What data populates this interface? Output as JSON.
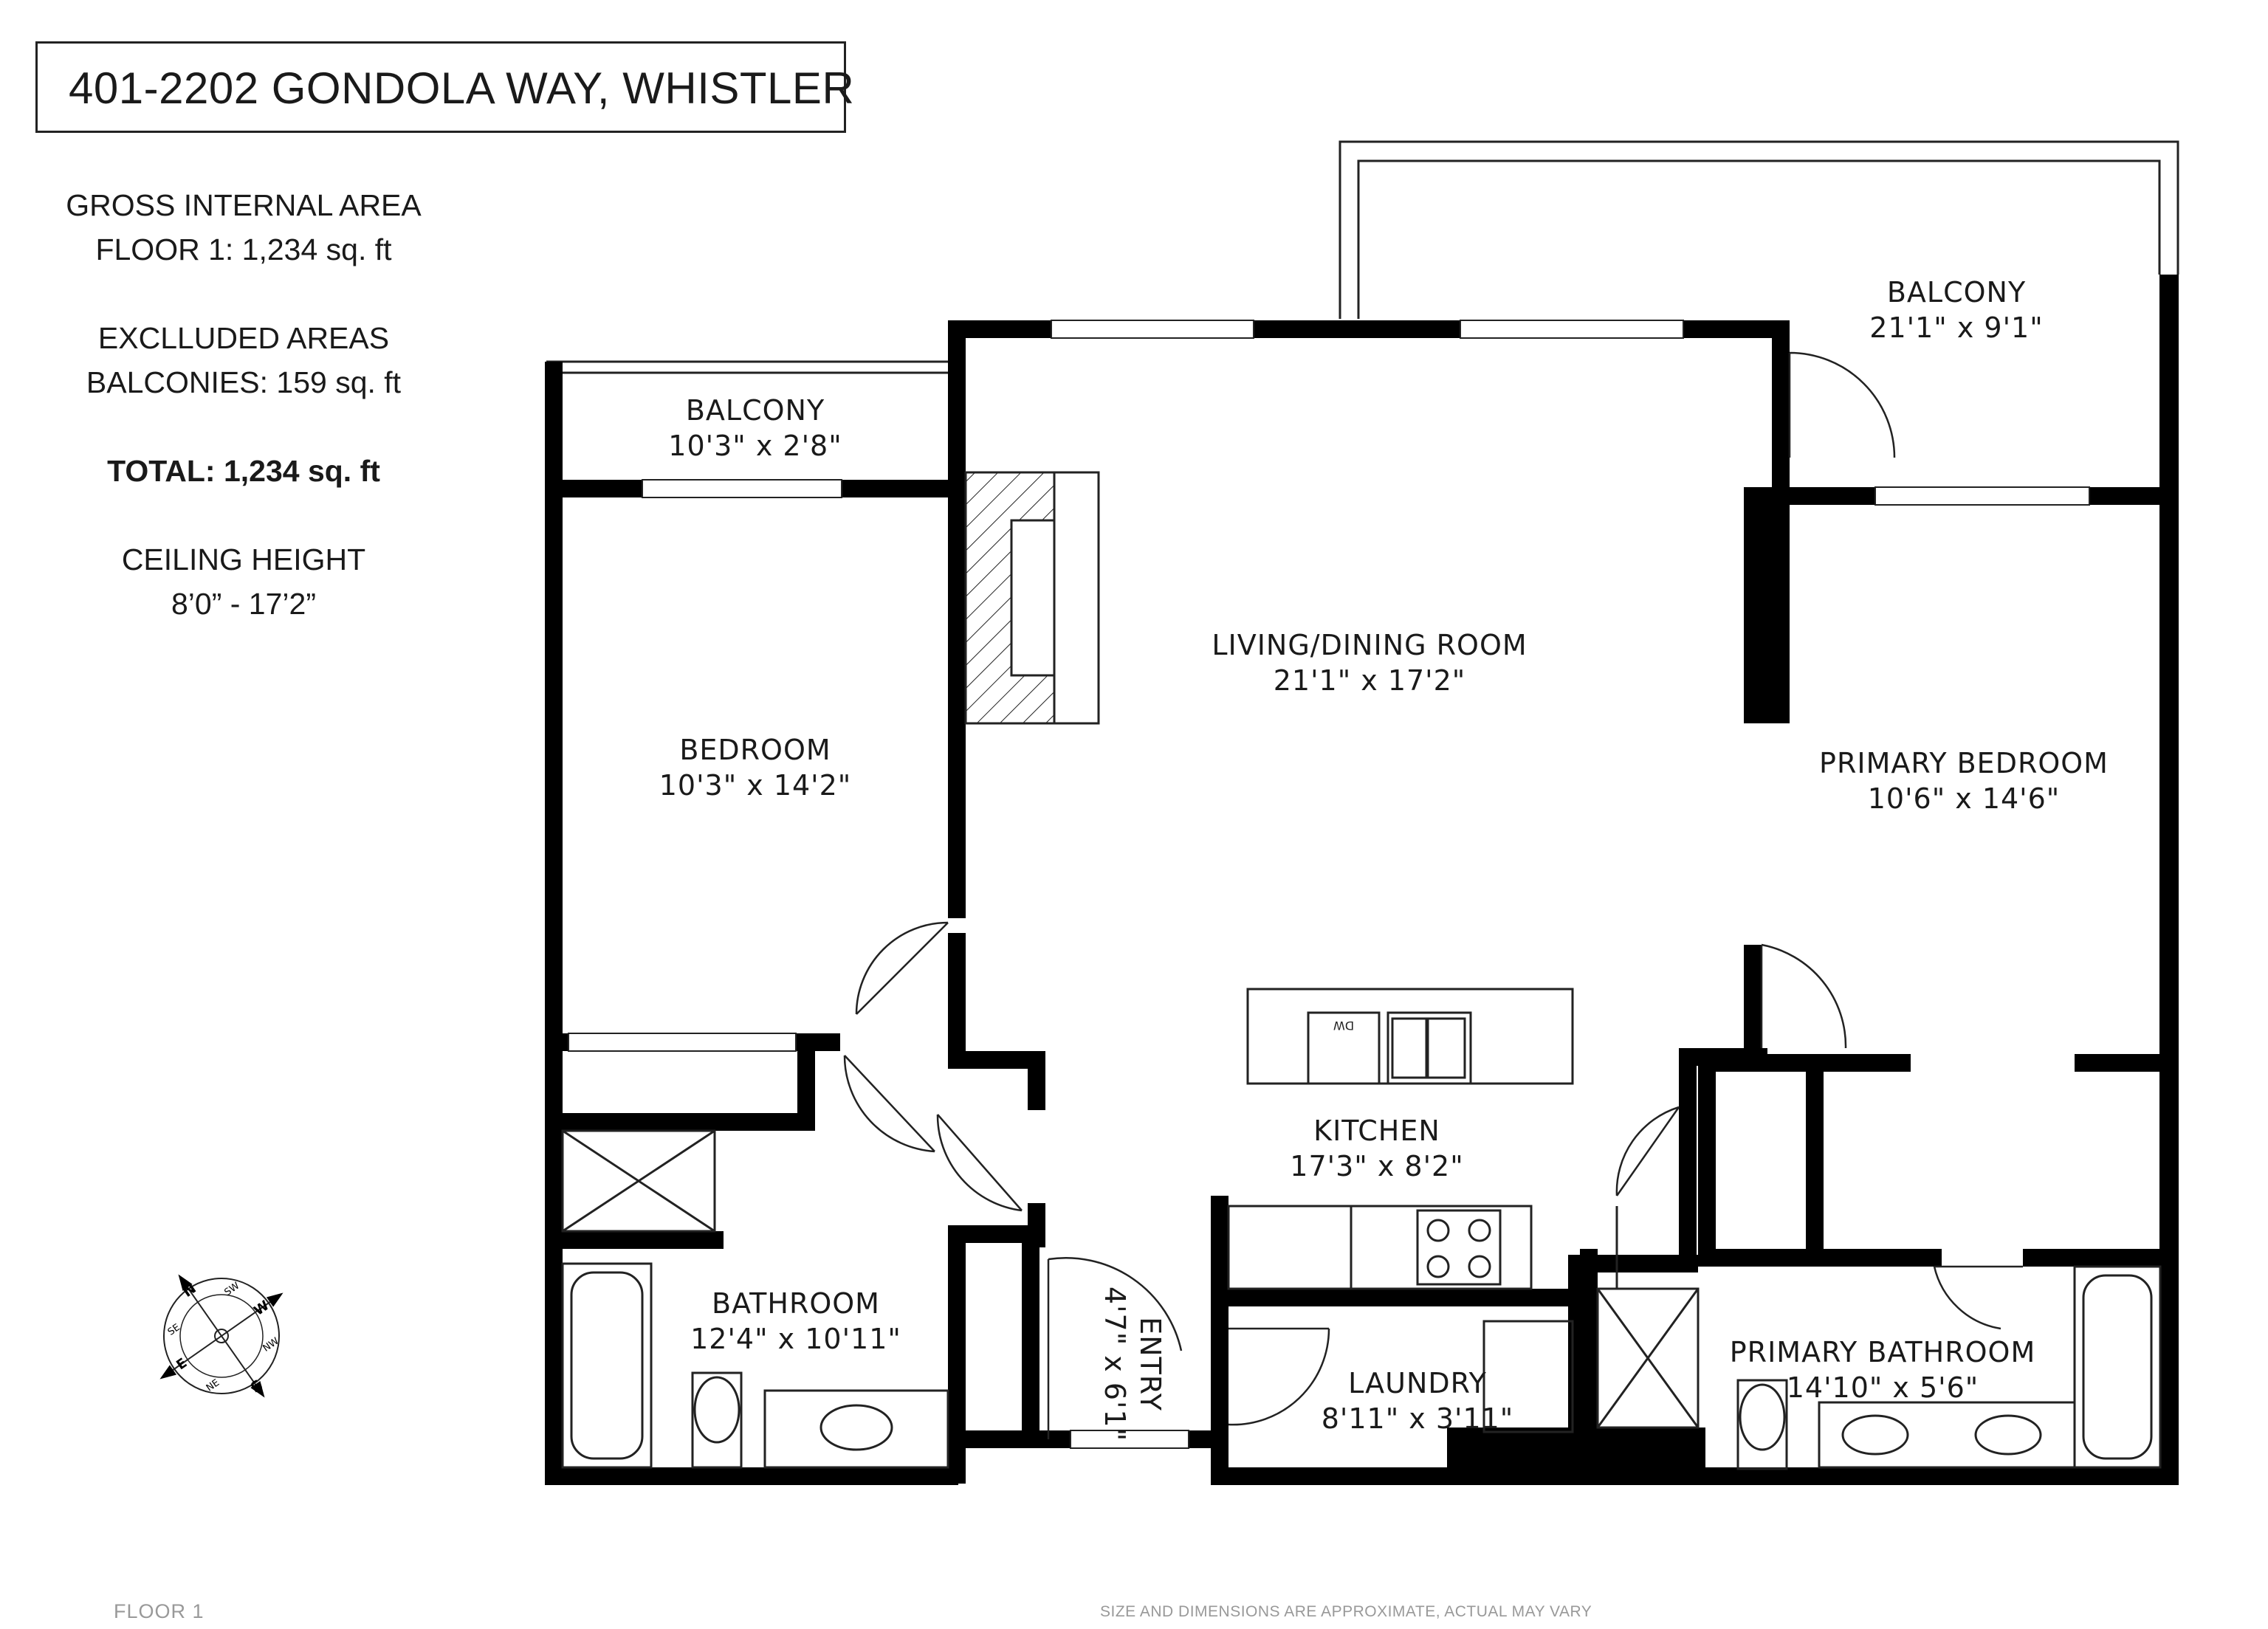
{
  "title": "401-2202 GONDOLA WAY, WHISTLER",
  "stats": {
    "gross_label": "GROSS INTERNAL AREA",
    "floor_area": "FLOOR 1: 1,234 sq. ft",
    "excluded_label": "EXCLLUDED AREAS",
    "balconies_area": "BALCONIES: 159 sq. ft",
    "total": "TOTAL: 1,234 sq. ft",
    "ceiling_label": "CEILING HEIGHT",
    "ceiling_value": "8’0” - 17’2”"
  },
  "rooms": {
    "balcony_top": {
      "name": "BALCONY",
      "dims": "21'1\" x 9'1\""
    },
    "balcony_left": {
      "name": "BALCONY",
      "dims": "10'3\" x 2'8\""
    },
    "living": {
      "name": "LIVING/DINING ROOM",
      "dims": "21'1\" x 17'2\""
    },
    "bedroom": {
      "name": "BEDROOM",
      "dims": "10'3\" x 14'2\""
    },
    "primary_bedroom": {
      "name": "PRIMARY BEDROOM",
      "dims": "10'6\" x 14'6\""
    },
    "kitchen": {
      "name": "KITCHEN",
      "dims": "17'3\" x 8'2\""
    },
    "bathroom": {
      "name": "BATHROOM",
      "dims": "12'4\" x 10'11\""
    },
    "entry": {
      "name": "ENTRY",
      "dims": "4'7\" x 6'1\""
    },
    "laundry": {
      "name": "LAUNDRY",
      "dims": "8'11\" x 3'11\""
    },
    "primary_bathroom": {
      "name": "PRIMARY BATHROOM",
      "dims": "14'10\" x 5'6\""
    }
  },
  "fixtures": {
    "dishwasher": "DW"
  },
  "compass": {
    "n": "N",
    "s": "S",
    "e": "E",
    "w": "W",
    "ne": "NE",
    "nw": "NW",
    "se": "SE",
    "sw": "SW"
  },
  "footer": {
    "floor": "FLOOR 1",
    "disclaimer": "SIZE AND DIMENSIONS ARE APPROXIMATE, ACTUAL MAY VARY"
  },
  "colors": {
    "wall": "#000000",
    "line": "#222222",
    "footer_text": "#999999"
  }
}
